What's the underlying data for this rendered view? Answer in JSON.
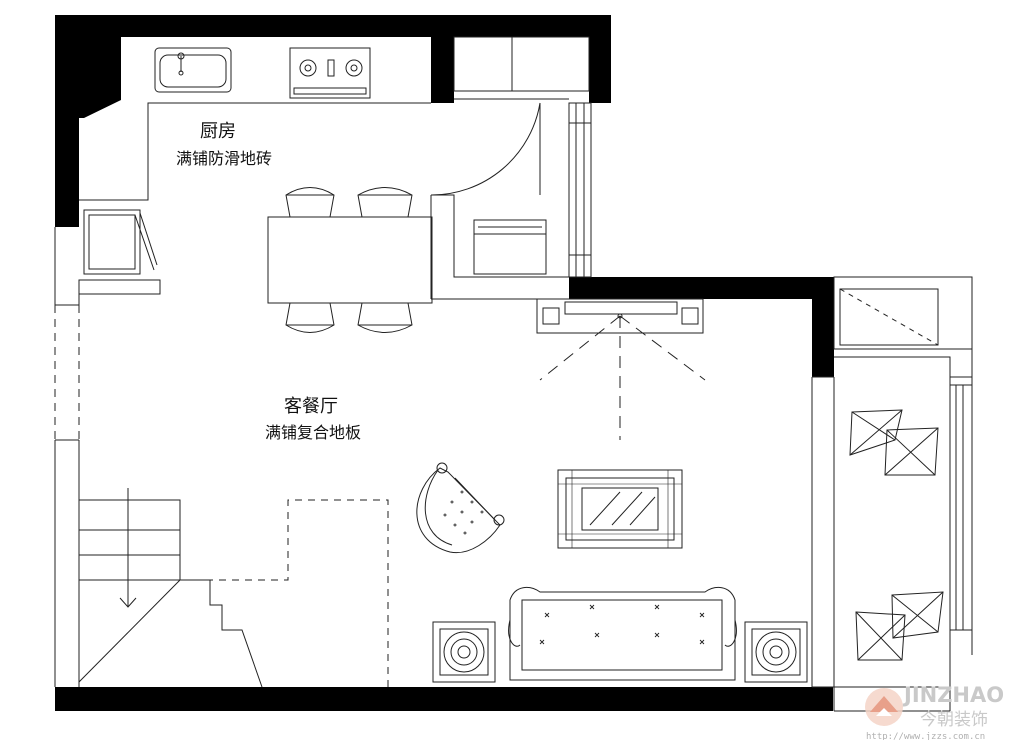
{
  "rooms": {
    "kitchen": {
      "name": "厨房",
      "floor": "满铺防滑地砖"
    },
    "living_dining": {
      "name": "客餐厅",
      "floor": "满铺复合地板"
    }
  },
  "watermark": {
    "brand_en": "JINZHAO",
    "brand_cn": "今朝装饰",
    "url": "http://www.jzzs.com.cn"
  },
  "colors": {
    "wall": "#000000",
    "line": "#222222",
    "watermark": "#c9c9c9",
    "logo": "#e8a08a"
  },
  "icons": [
    "sink-icon",
    "gas-stove-icon",
    "washing-machine-icon",
    "oven-icon",
    "tv-icon",
    "armchair-icon",
    "sofa-icon",
    "side-table-icon",
    "coffee-table-icon",
    "cushion-icon",
    "jinzhao-logo-icon"
  ]
}
